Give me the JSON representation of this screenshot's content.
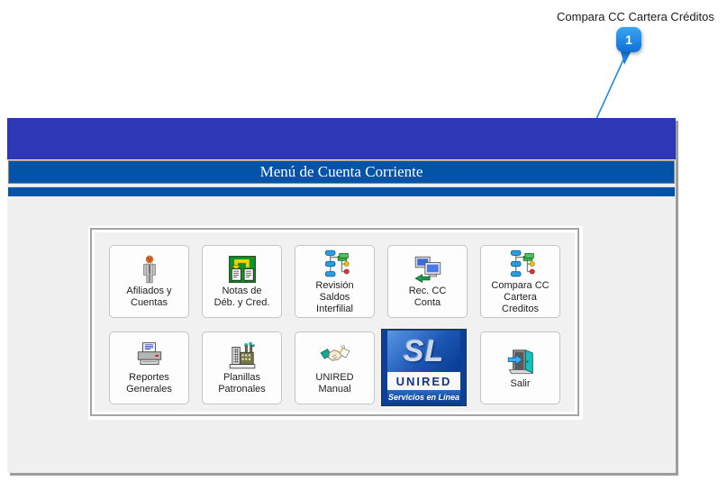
{
  "annotation": {
    "label": "Compara CC Cartera Créditos",
    "badge_number": "1",
    "points_to": "compara-cc-button"
  },
  "window": {
    "title": "Menú de Cuenta Corriente"
  },
  "menu": {
    "buttons": [
      {
        "id": "afiliados",
        "label": "Afiliados y\nCuentas",
        "icon": "person-icon"
      },
      {
        "id": "notas",
        "label": "Notas de\nDéb. y Cred.",
        "icon": "debit-credit-notes-icon"
      },
      {
        "id": "revision",
        "label": "Revisión Saldos\nInterfilial",
        "icon": "org-tree-icon"
      },
      {
        "id": "rec-cc",
        "label": "Rec. CC\nConta",
        "icon": "computers-sync-icon"
      },
      {
        "id": "compara",
        "label": "Compara CC\nCartera Creditos",
        "icon": "org-tree-icon"
      },
      {
        "id": "reportes",
        "label": "Reportes\nGenerales",
        "icon": "printer-icon"
      },
      {
        "id": "planillas",
        "label": "Planillas\nPatronales",
        "icon": "factory-icon"
      },
      {
        "id": "unired-manual",
        "label": "UNIRED\nManual",
        "icon": "handshake-icon"
      },
      {
        "id": "salir",
        "label": "Salir",
        "icon": "exit-door-icon"
      }
    ],
    "logo_button": {
      "initials": "SL",
      "name": "UNIRED",
      "tagline": "Servicios en Línea"
    }
  },
  "colors": {
    "top_band": "#2e38b4",
    "title_bar_blue": "#0353a8",
    "callout_blue": "#1e8ce6",
    "window_body": "#f0f0f0"
  }
}
